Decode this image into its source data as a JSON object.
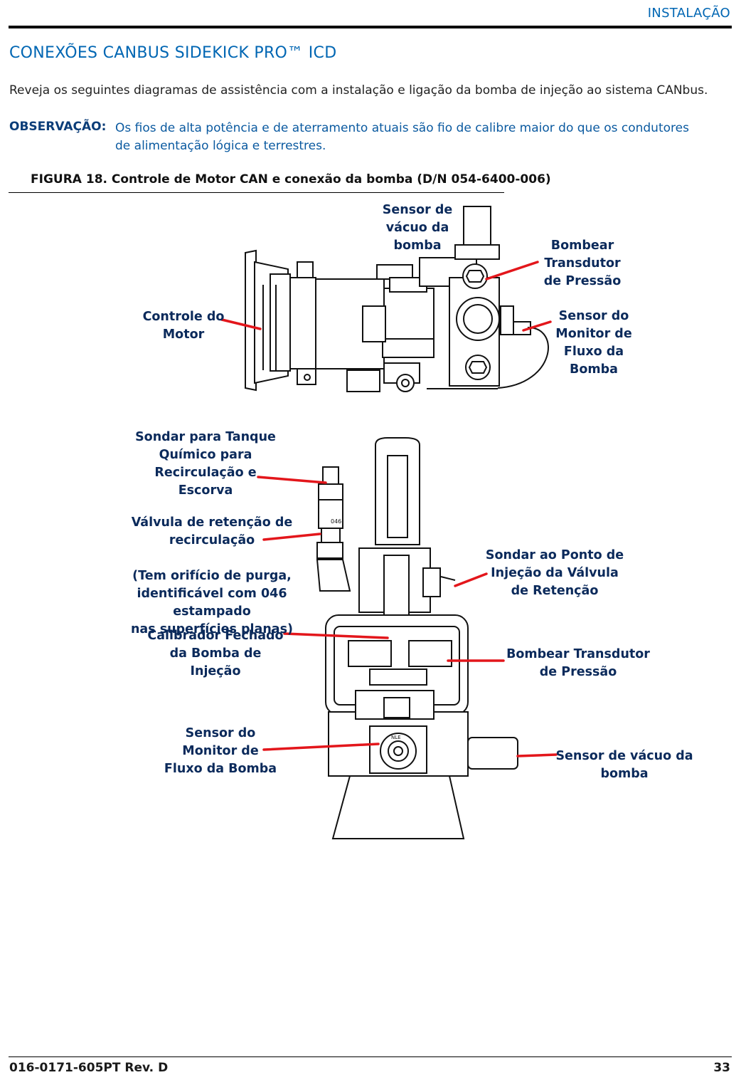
{
  "header": {
    "section": "INSTALAÇÃO"
  },
  "title": "CONEXÕES CANBUS SIDEKICK PRO™ ICD",
  "intro": "Reveja os seguintes diagramas de assistência com a instalação e ligação da bomba de injeção ao sistema CANbus.",
  "note": {
    "label": "OBSERVAÇÃO:",
    "line1": "Os fios de alta potência e de aterramento atuais são fio de calibre maior do que os condutores",
    "line2": "de alimentação lógica e terrestres."
  },
  "figure": {
    "caption": "FIGURA 18.  Controle de Motor CAN e conexão da bomba (D/N 054-6400-006)",
    "top_callouts": {
      "vacuum": [
        "Sensor de",
        "vácuo da",
        "bomba"
      ],
      "pressure": [
        "Bombear",
        "Transdutor",
        "de Pressão"
      ],
      "motor": [
        "Controle do",
        "Motor"
      ],
      "flow": [
        "Sensor do",
        "Monitor de",
        "Fluxo da",
        "Bomba"
      ]
    },
    "bottom_callouts": {
      "probe_tank": [
        "Sondar para Tanque",
        "Químico para",
        "Recirculação e",
        "Escorva"
      ],
      "check_valve": [
        "Válvula de retenção de",
        "recirculação"
      ],
      "bleed": [
        "(Tem orifício de purga,",
        "identificável com 046 estampado",
        "nas superfícies planas)"
      ],
      "calibrator": [
        "Calibrador Fechado",
        "da Bomba de",
        "Injeção"
      ],
      "flow": [
        "Sensor do",
        "Monitor de",
        "Fluxo da Bomba"
      ],
      "injection_point": [
        "Sondar ao Ponto de",
        "Injeção da Válvula",
        "de Retenção"
      ],
      "pressure": [
        "Bombear Transdutor",
        "de Pressão"
      ],
      "vacuum": [
        "Sensor de vácuo da",
        "bomba"
      ]
    },
    "stamp_046": "046",
    "badge_nle": "NLE"
  },
  "footer": {
    "left": "016-0171-605PT Rev. D",
    "right": "33"
  },
  "colors": {
    "accent_blue": "#0066b3",
    "callout_navy": "#0b2a5b",
    "leader_red": "#e3161b"
  }
}
